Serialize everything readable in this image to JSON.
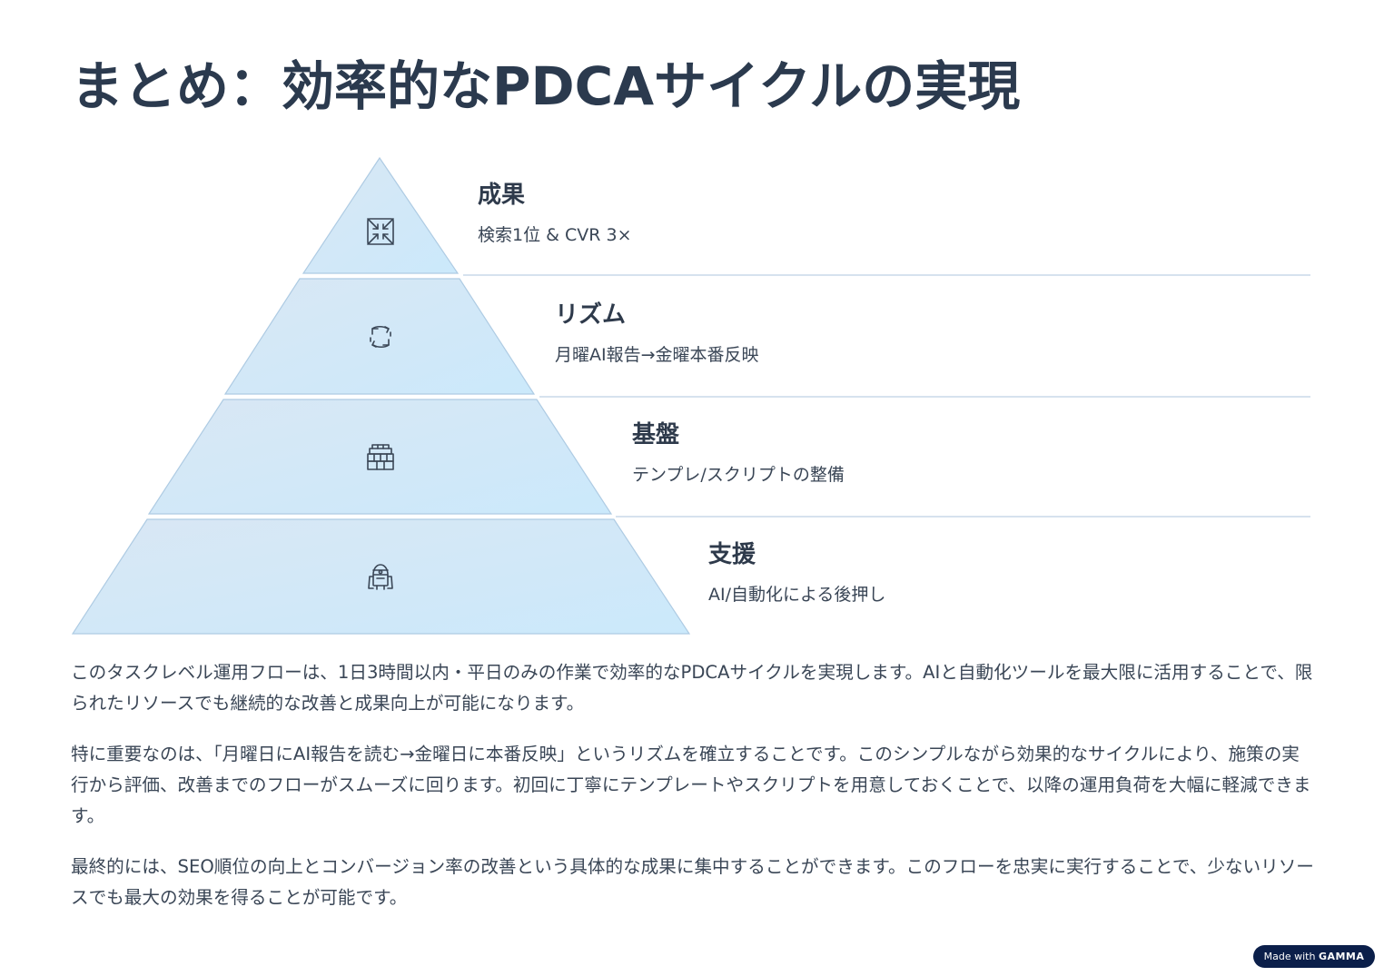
{
  "title": "まとめ：効率的なPDCAサイクルの実現",
  "levels": [
    {
      "label": "成果",
      "description": "検索1位 & CVR 3×",
      "icon": "target-icon"
    },
    {
      "label": "リズム",
      "description": "月曜AI報告→金曜本番反映",
      "icon": "refresh-icon"
    },
    {
      "label": "基盤",
      "description": "テンプレ/スクリプトの整備",
      "icon": "building-icon"
    },
    {
      "label": "支援",
      "description": "AI/自動化による後押し",
      "icon": "robot-icon"
    }
  ],
  "paragraphs": [
    "このタスクレベル運用フローは、1日3時間以内・平日のみの作業で効率的なPDCAサイクルを実現します。AIと自動化ツールを最大限に活用することで、限られたリソースでも継続的な改善と成果向上が可能になります。",
    "特に重要なのは、「月曜日にAI報告を読む→金曜日に本番反映」というリズムを確立することです。このシンプルながら効果的なサイクルにより、施策の実行から評価、改善までのフローがスムーズに回ります。初回に丁寧にテンプレートやスクリプトを用意しておくことで、以降の運用負荷を大幅に軽減できます。",
    "最終的には、SEO順位の向上とコンバージョン率の改善という具体的な成果に集中することができます。このフローを忠実に実行することで、少ないリソースでも最大の効果を得ることが可能です。"
  ],
  "badge": {
    "prefix": "Made with",
    "brand": "GAMMA"
  },
  "colors": {
    "title": "#2b3a4e",
    "layer_fill_top": "#d6e6f4",
    "layer_fill_bottom": "#cce9fb",
    "layer_stroke": "#aecbe3",
    "divider": "#c9d9e8",
    "icon": "#3a4656",
    "badge_bg": "#0b1f4a"
  }
}
